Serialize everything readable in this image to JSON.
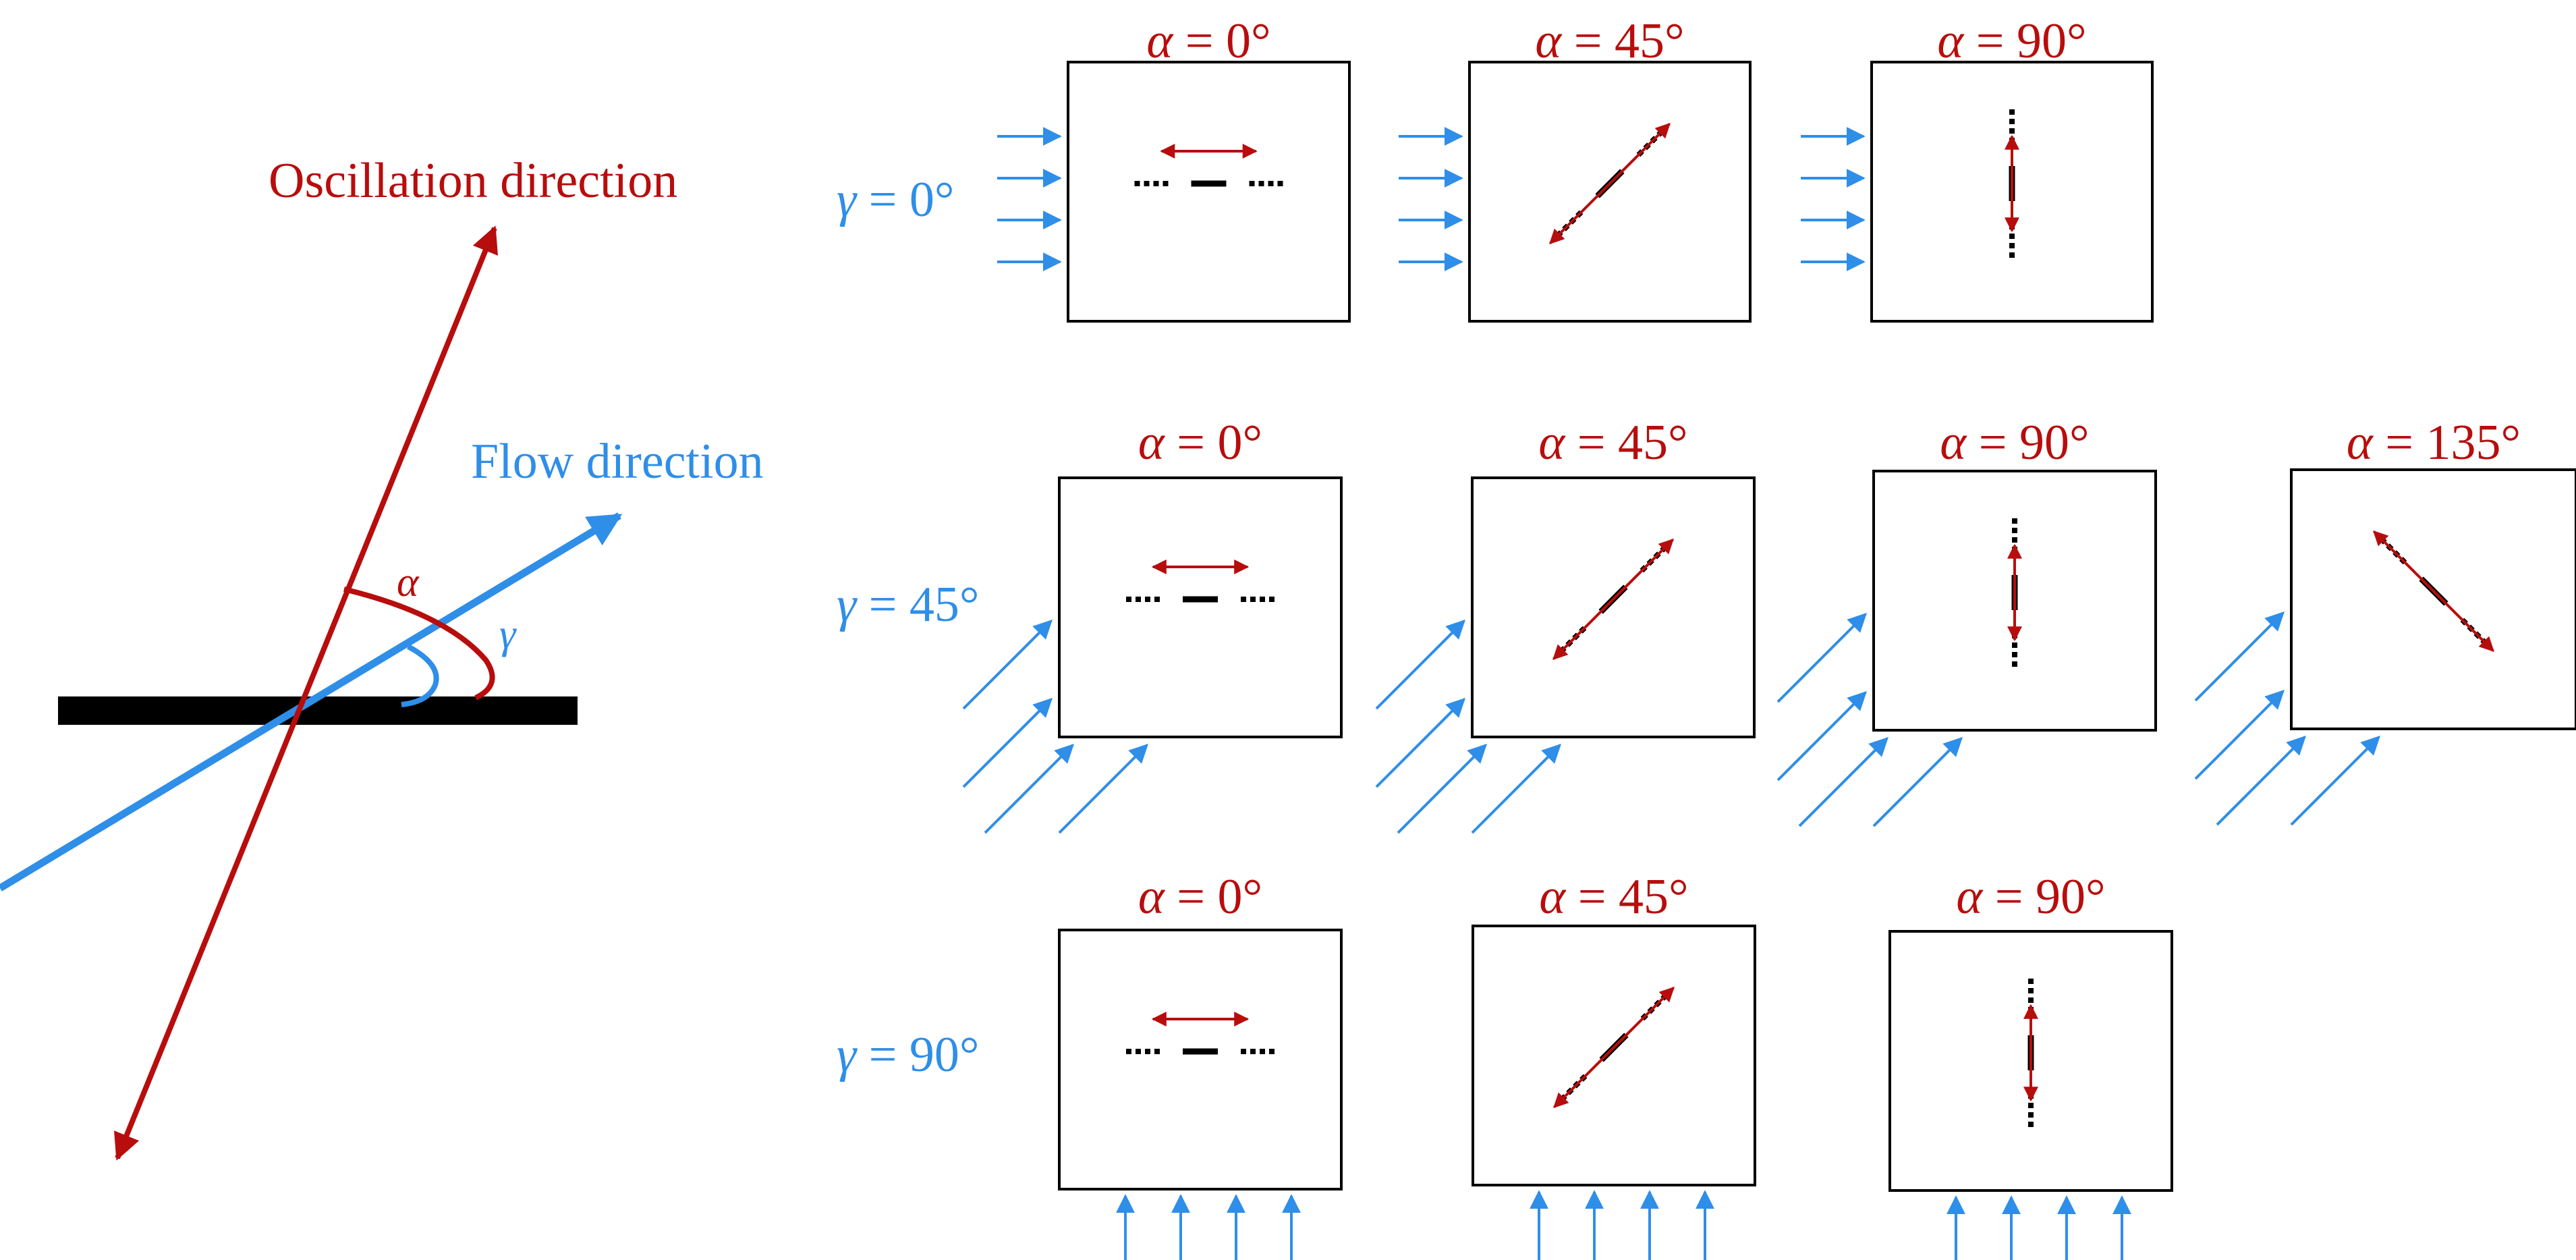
{
  "colors": {
    "oscillation": "#b80d0d",
    "flow": "#2f8ee8",
    "plate": "#000000"
  },
  "schematic": {
    "oscillation_label": "Oscillation direction",
    "flow_label": "Flow direction",
    "alpha_symbol": "α",
    "gamma_symbol": "γ"
  },
  "rows": [
    {
      "gamma_symbol": "γ",
      "gamma_value": " = 0°",
      "flow_angle_deg": 0,
      "panels": [
        {
          "alpha_symbol": "α",
          "alpha_value": " = 0°",
          "alpha_deg": 0
        },
        {
          "alpha_symbol": "α",
          "alpha_value": " = 45°",
          "alpha_deg": 45
        },
        {
          "alpha_symbol": "α",
          "alpha_value": " = 90°",
          "alpha_deg": 90
        }
      ]
    },
    {
      "gamma_symbol": "γ",
      "gamma_value": " = 45°",
      "flow_angle_deg": 45,
      "panels": [
        {
          "alpha_symbol": "α",
          "alpha_value": " = 0°",
          "alpha_deg": 0
        },
        {
          "alpha_symbol": "α",
          "alpha_value": " = 45°",
          "alpha_deg": 45
        },
        {
          "alpha_symbol": "α",
          "alpha_value": " = 90°",
          "alpha_deg": 90
        },
        {
          "alpha_symbol": "α",
          "alpha_value": " = 135°",
          "alpha_deg": 135
        }
      ]
    },
    {
      "gamma_symbol": "γ",
      "gamma_value": " = 90°",
      "flow_angle_deg": 90,
      "panels": [
        {
          "alpha_symbol": "α",
          "alpha_value": " = 0°",
          "alpha_deg": 0
        },
        {
          "alpha_symbol": "α",
          "alpha_value": " = 45°",
          "alpha_deg": 45
        },
        {
          "alpha_symbol": "α",
          "alpha_value": " = 90°",
          "alpha_deg": 90
        }
      ]
    }
  ]
}
